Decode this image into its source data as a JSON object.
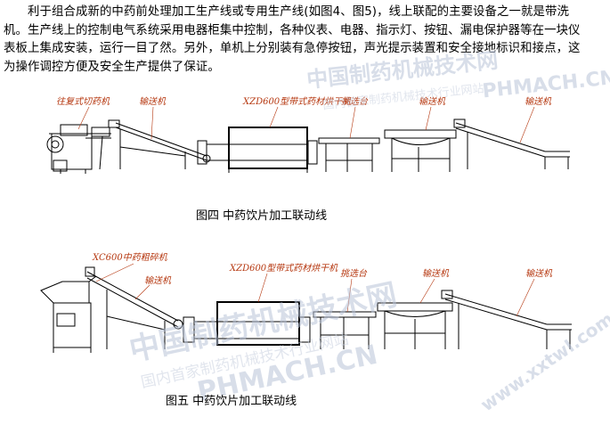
{
  "paragraph": {
    "lines": [
      "利于组合成新的中药前处理加工生产线或专用生产线(如图4、图5)，线上联配的主要设备之一就是带洗",
      "机。生产线上的控制电气系统采用电器柜集中控制，各种仪表、电器、指示灯、按钮、漏电保护器等在一块仪",
      "表板上集成安装，运行一目了然。另外，单机上分别装有急停按钮，声光提示装置和安全接地标识和接点，这",
      "为操作调控方便及安全生产提供了保证。"
    ]
  },
  "figure4": {
    "caption": "图四  中药饮片加工联动线",
    "labels": [
      "往复式切药机",
      "输送机",
      "XZD600型带式药材烘干机",
      "挑选台",
      "输送机",
      "输送机"
    ]
  },
  "figure5": {
    "caption": "图五  中药饮片加工联动线",
    "labels": [
      "XC600中药粗碎机",
      "输送机",
      "XZD600型带式药材烘干机",
      "挑选台",
      "输送机",
      "输送机"
    ]
  },
  "watermarks": {
    "main": "中国制药机械技术网",
    "sub": "国内首家制药机械技术行业网站",
    "latin": "PHMACH.CN",
    "url": "www.xxtwl.com"
  }
}
